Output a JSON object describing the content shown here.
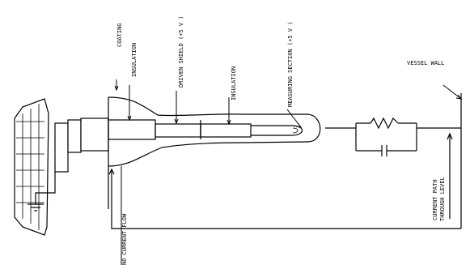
{
  "labels": {
    "coating": "COATING",
    "insulation_1": "INSULATION",
    "driven_shield": "DRIVEN SHIELD (+5 V )",
    "insulation_2": "INSULATION",
    "measuring_section": "MEASURING SECTION (+5 V )",
    "vessel_wall": "VESSEL WALL",
    "current_path_line1": "CURRENT PATH",
    "current_path_line2": "THROUGH LEVEL",
    "no_current_flow": "NO CURRENT FLOW"
  }
}
